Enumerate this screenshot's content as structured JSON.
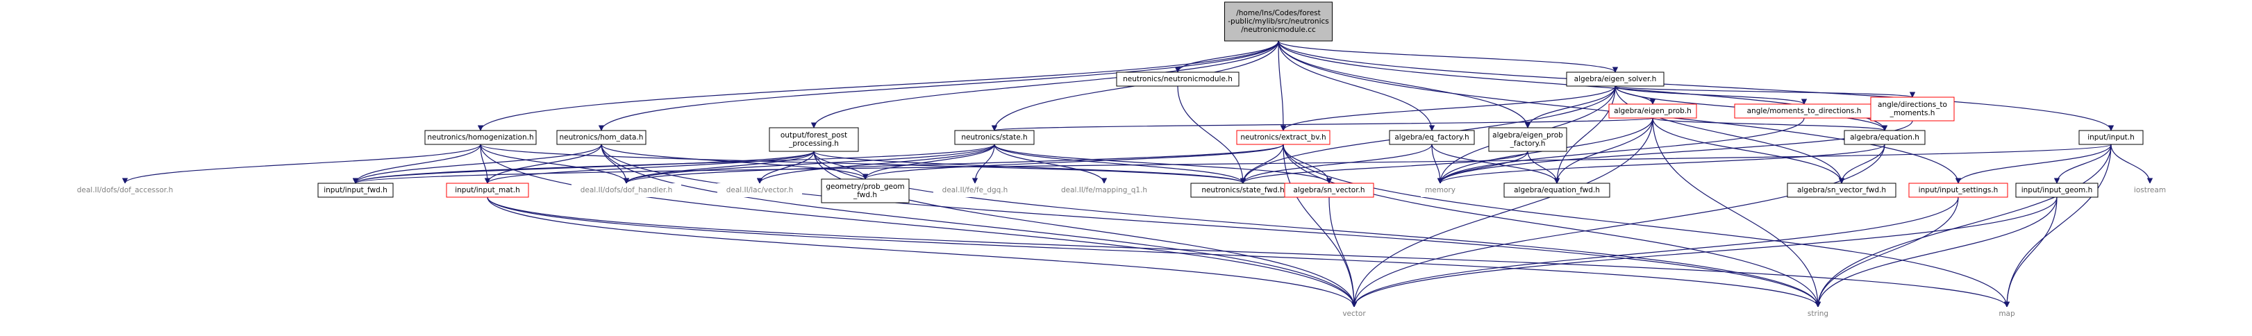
{
  "colors": {
    "edge": "#191970",
    "border_normal": "#000000",
    "border_missing": "#bfbfbf",
    "border_truncated": "#ff0000",
    "fill_root": "#bfbfbf",
    "fill_normal": "#ffffff",
    "text_normal": "#000000",
    "text_missing": "#7f7f7f"
  },
  "nodes": [
    {
      "id": "root",
      "kind": "root",
      "lines": [
        "/home/lns/Codes/forest",
        "-public/mylib/src/neutronics",
        "/neutronicmodule.cc"
      ]
    },
    {
      "id": "neutronicmodule_h",
      "kind": "normal",
      "lines": [
        "neutronics/neutronicmodule.h"
      ]
    },
    {
      "id": "eigen_solver",
      "kind": "normal",
      "lines": [
        "algebra/eigen_solver.h"
      ]
    },
    {
      "id": "input_h",
      "kind": "normal",
      "lines": [
        "input/input.h"
      ]
    },
    {
      "id": "homogenization",
      "kind": "normal",
      "lines": [
        "neutronics/homogenization.h"
      ]
    },
    {
      "id": "hom_data",
      "kind": "normal",
      "lines": [
        "neutronics/hom_data.h"
      ]
    },
    {
      "id": "forest_post",
      "kind": "normal",
      "lines": [
        "output/forest_post",
        "_processing.h"
      ]
    },
    {
      "id": "state_h",
      "kind": "normal",
      "lines": [
        "neutronics/state.h"
      ]
    },
    {
      "id": "extract_bv",
      "kind": "truncated",
      "lines": [
        "neutronics/extract_bv.h"
      ]
    },
    {
      "id": "eq_factory",
      "kind": "normal",
      "lines": [
        "algebra/eq_factory.h"
      ]
    },
    {
      "id": "eigen_prob_factory",
      "kind": "normal",
      "lines": [
        "algebra/eigen_prob",
        "_factory.h"
      ]
    },
    {
      "id": "eigen_prob",
      "kind": "truncated",
      "lines": [
        "algebra/eigen_prob.h"
      ]
    },
    {
      "id": "moments_to_dir",
      "kind": "truncated",
      "lines": [
        "angle/moments_to_directions.h"
      ]
    },
    {
      "id": "dir_to_moments",
      "kind": "truncated",
      "lines": [
        "angle/directions_to",
        "_moments.h"
      ]
    },
    {
      "id": "equation_h",
      "kind": "normal",
      "lines": [
        "algebra/equation.h"
      ]
    },
    {
      "id": "dof_accessor",
      "kind": "missing",
      "lines": [
        "deal.II/dofs/dof_accessor.h"
      ]
    },
    {
      "id": "input_fwd",
      "kind": "normal",
      "lines": [
        "input/input_fwd.h"
      ]
    },
    {
      "id": "input_mat",
      "kind": "truncated",
      "lines": [
        "input/input_mat.h"
      ]
    },
    {
      "id": "dof_handler",
      "kind": "missing",
      "lines": [
        "deal.II/dofs/dof_handler.h"
      ]
    },
    {
      "id": "lac_vector",
      "kind": "missing",
      "lines": [
        "deal.II/lac/vector.h"
      ]
    },
    {
      "id": "prob_geom_fwd",
      "kind": "normal",
      "lines": [
        "geometry/prob_geom",
        "_fwd.h"
      ]
    },
    {
      "id": "fe_dgq",
      "kind": "missing",
      "lines": [
        "deal.II/fe/fe_dgq.h"
      ]
    },
    {
      "id": "mapping_q1",
      "kind": "missing",
      "lines": [
        "deal.II/fe/mapping_q1.h"
      ]
    },
    {
      "id": "state_fwd",
      "kind": "normal",
      "lines": [
        "neutronics/state_fwd.h"
      ]
    },
    {
      "id": "sn_vector",
      "kind": "truncated",
      "lines": [
        "algebra/sn_vector.h"
      ]
    },
    {
      "id": "memory",
      "kind": "missing",
      "lines": [
        "memory"
      ]
    },
    {
      "id": "equation_fwd",
      "kind": "normal",
      "lines": [
        "algebra/equation_fwd.h"
      ]
    },
    {
      "id": "sn_vector_fwd",
      "kind": "normal",
      "lines": [
        "algebra/sn_vector_fwd.h"
      ]
    },
    {
      "id": "input_settings",
      "kind": "truncated",
      "lines": [
        "input/input_settings.h"
      ]
    },
    {
      "id": "input_geom",
      "kind": "normal",
      "lines": [
        "input/input_geom.h"
      ]
    },
    {
      "id": "iostream",
      "kind": "missing",
      "lines": [
        "iostream"
      ]
    },
    {
      "id": "vector",
      "kind": "missing",
      "lines": [
        "vector"
      ]
    },
    {
      "id": "string",
      "kind": "missing",
      "lines": [
        "string"
      ]
    },
    {
      "id": "map",
      "kind": "missing",
      "lines": [
        "map"
      ]
    }
  ],
  "edges": [
    [
      "root",
      "neutronicmodule_h"
    ],
    [
      "root",
      "eigen_solver"
    ],
    [
      "root",
      "input_h"
    ],
    [
      "root",
      "homogenization"
    ],
    [
      "root",
      "hom_data"
    ],
    [
      "root",
      "forest_post"
    ],
    [
      "root",
      "state_h"
    ],
    [
      "root",
      "extract_bv"
    ],
    [
      "root",
      "eq_factory"
    ],
    [
      "root",
      "eigen_prob_factory"
    ],
    [
      "root",
      "equation_h"
    ],
    [
      "root",
      "input_settings"
    ],
    [
      "neutronicmodule_h",
      "state_fwd"
    ],
    [
      "eigen_solver",
      "eigen_prob"
    ],
    [
      "eigen_solver",
      "moments_to_dir"
    ],
    [
      "eigen_solver",
      "dir_to_moments"
    ],
    [
      "eigen_solver",
      "equation_h"
    ],
    [
      "eigen_solver",
      "extract_bv"
    ],
    [
      "eigen_solver",
      "eigen_prob_factory"
    ],
    [
      "eigen_solver",
      "memory"
    ],
    [
      "eigen_solver",
      "equation_fwd"
    ],
    [
      "eigen_solver",
      "sn_vector_fwd"
    ],
    [
      "eigen_solver",
      "state_fwd"
    ],
    [
      "input_h",
      "input_fwd"
    ],
    [
      "input_h",
      "input_settings"
    ],
    [
      "input_h",
      "input_geom"
    ],
    [
      "input_h",
      "iostream"
    ],
    [
      "input_h",
      "string"
    ],
    [
      "input_h",
      "map"
    ],
    [
      "homogenization",
      "dof_accessor"
    ],
    [
      "homogenization",
      "input_fwd"
    ],
    [
      "homogenization",
      "input_mat"
    ],
    [
      "homogenization",
      "dof_handler"
    ],
    [
      "homogenization",
      "state_fwd"
    ],
    [
      "homogenization",
      "vector"
    ],
    [
      "hom_data",
      "input_fwd"
    ],
    [
      "hom_data",
      "input_mat"
    ],
    [
      "hom_data",
      "dof_handler"
    ],
    [
      "hom_data",
      "prob_geom_fwd"
    ],
    [
      "hom_data",
      "vector"
    ],
    [
      "hom_data",
      "string"
    ],
    [
      "forest_post",
      "input_fwd"
    ],
    [
      "forest_post",
      "input_mat"
    ],
    [
      "forest_post",
      "dof_handler"
    ],
    [
      "forest_post",
      "lac_vector"
    ],
    [
      "forest_post",
      "prob_geom_fwd"
    ],
    [
      "forest_post",
      "state_fwd"
    ],
    [
      "forest_post",
      "vector"
    ],
    [
      "forest_post",
      "string"
    ],
    [
      "state_h",
      "input_fwd"
    ],
    [
      "state_h",
      "prob_geom_fwd"
    ],
    [
      "state_h",
      "dof_handler"
    ],
    [
      "state_h",
      "lac_vector"
    ],
    [
      "state_h",
      "fe_dgq"
    ],
    [
      "state_h",
      "mapping_q1"
    ],
    [
      "state_h",
      "sn_vector"
    ],
    [
      "state_h",
      "state_fwd"
    ],
    [
      "extract_bv",
      "state_fwd"
    ],
    [
      "extract_bv",
      "sn_vector"
    ],
    [
      "extract_bv",
      "dof_handler"
    ],
    [
      "extract_bv",
      "vector"
    ],
    [
      "extract_bv",
      "string"
    ],
    [
      "extract_bv",
      "map"
    ],
    [
      "extract_bv",
      "prob_geom_fwd"
    ],
    [
      "eq_factory",
      "equation_fwd"
    ],
    [
      "eq_factory",
      "memory"
    ],
    [
      "eq_factory",
      "state_fwd"
    ],
    [
      "eigen_prob_factory",
      "equation_fwd"
    ],
    [
      "eigen_prob_factory",
      "memory"
    ],
    [
      "eigen_prob_factory",
      "state_fwd"
    ],
    [
      "eigen_prob",
      "state_h"
    ],
    [
      "eigen_prob",
      "equation_h"
    ],
    [
      "eigen_prob",
      "memory"
    ],
    [
      "eigen_prob",
      "sn_vector_fwd"
    ],
    [
      "eigen_prob",
      "vector"
    ],
    [
      "eigen_prob",
      "string"
    ],
    [
      "eigen_prob",
      "equation_fwd"
    ],
    [
      "moments_to_dir",
      "memory"
    ],
    [
      "dir_to_moments",
      "memory"
    ],
    [
      "equation_h",
      "memory"
    ],
    [
      "equation_h",
      "sn_vector_fwd"
    ],
    [
      "equation_h",
      "vector"
    ],
    [
      "input_mat",
      "vector"
    ],
    [
      "input_mat",
      "string"
    ],
    [
      "input_mat",
      "map"
    ],
    [
      "sn_vector",
      "vector"
    ],
    [
      "input_settings",
      "vector"
    ],
    [
      "input_settings",
      "string"
    ],
    [
      "input_geom",
      "vector"
    ],
    [
      "input_geom",
      "string"
    ],
    [
      "input_geom",
      "map"
    ]
  ]
}
